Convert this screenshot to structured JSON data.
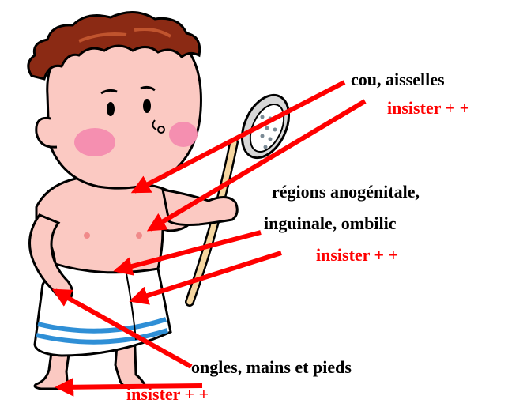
{
  "colors": {
    "arrow": "#ff0000",
    "skin": "#fbc9c2",
    "hair": "#8b2a14",
    "towel": "#ffffff",
    "stripe": "#2f8fd6",
    "brush_handle": "#f5d6a0",
    "label_text": "#000000",
    "emphasis_text": "#ff0000"
  },
  "labels": {
    "neck": {
      "title": "cou, aisselles",
      "emphasis": "insister + +"
    },
    "genital": {
      "line1": "régions anogénitale,",
      "line2": "inguinale, ombilic",
      "emphasis": "insister + +"
    },
    "extremities": {
      "title": "ongles, mains et pieds",
      "emphasis": "insister + +"
    }
  },
  "illustration": {
    "icon": "child-bathing-icon",
    "tool": "bath-brush-icon"
  }
}
